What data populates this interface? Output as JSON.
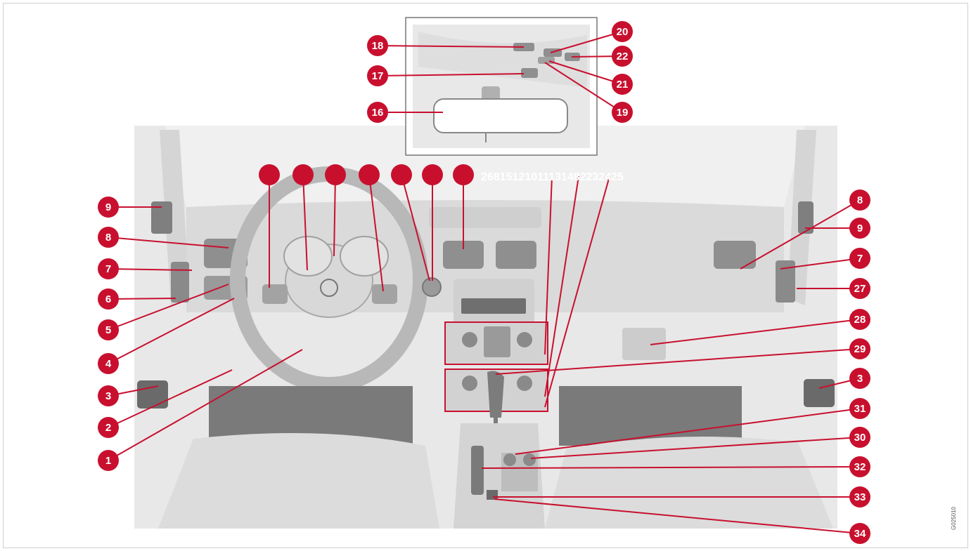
{
  "colors": {
    "callout": "#c8102e",
    "line": "#c8102e",
    "interior": "#e6e6e6",
    "dark": "#6b6b6b",
    "floor": "#7a7a7a"
  },
  "callouts": [
    {
      "name": "callout-1",
      "label": "1"
    },
    {
      "name": "callout-2",
      "label": "2"
    },
    {
      "name": "callout-3-left",
      "label": "3"
    },
    {
      "name": "callout-4",
      "label": "4"
    },
    {
      "name": "callout-5",
      "label": "5"
    },
    {
      "name": "callout-6",
      "label": "6"
    },
    {
      "name": "callout-7-left",
      "label": "7"
    },
    {
      "name": "callout-8-left",
      "label": "8"
    },
    {
      "name": "callout-9-left",
      "label": "9"
    },
    {
      "name": "callout-8-right",
      "label": "8"
    },
    {
      "name": "callout-9-right",
      "label": "9"
    },
    {
      "name": "callout-7-right",
      "label": "7"
    },
    {
      "name": "callout-27",
      "label": "27"
    },
    {
      "name": "callout-28",
      "label": "28"
    },
    {
      "name": "callout-29",
      "label": "29"
    },
    {
      "name": "callout-3-right",
      "label": "3"
    },
    {
      "name": "callout-31",
      "label": "31"
    },
    {
      "name": "callout-30",
      "label": "30"
    },
    {
      "name": "callout-32",
      "label": "32"
    },
    {
      "name": "callout-33",
      "label": "33"
    },
    {
      "name": "callout-34",
      "label": "34"
    },
    {
      "name": "callout-16",
      "label": "16"
    },
    {
      "name": "callout-17",
      "label": "17"
    },
    {
      "name": "callout-18",
      "label": "18"
    },
    {
      "name": "callout-20",
      "label": "20"
    },
    {
      "name": "callout-22",
      "label": "22"
    },
    {
      "name": "callout-21",
      "label": "21"
    },
    {
      "name": "callout-19",
      "label": "19"
    }
  ],
  "top_row_label_strip": "26815121011131482232425",
  "image_code": "G025010"
}
